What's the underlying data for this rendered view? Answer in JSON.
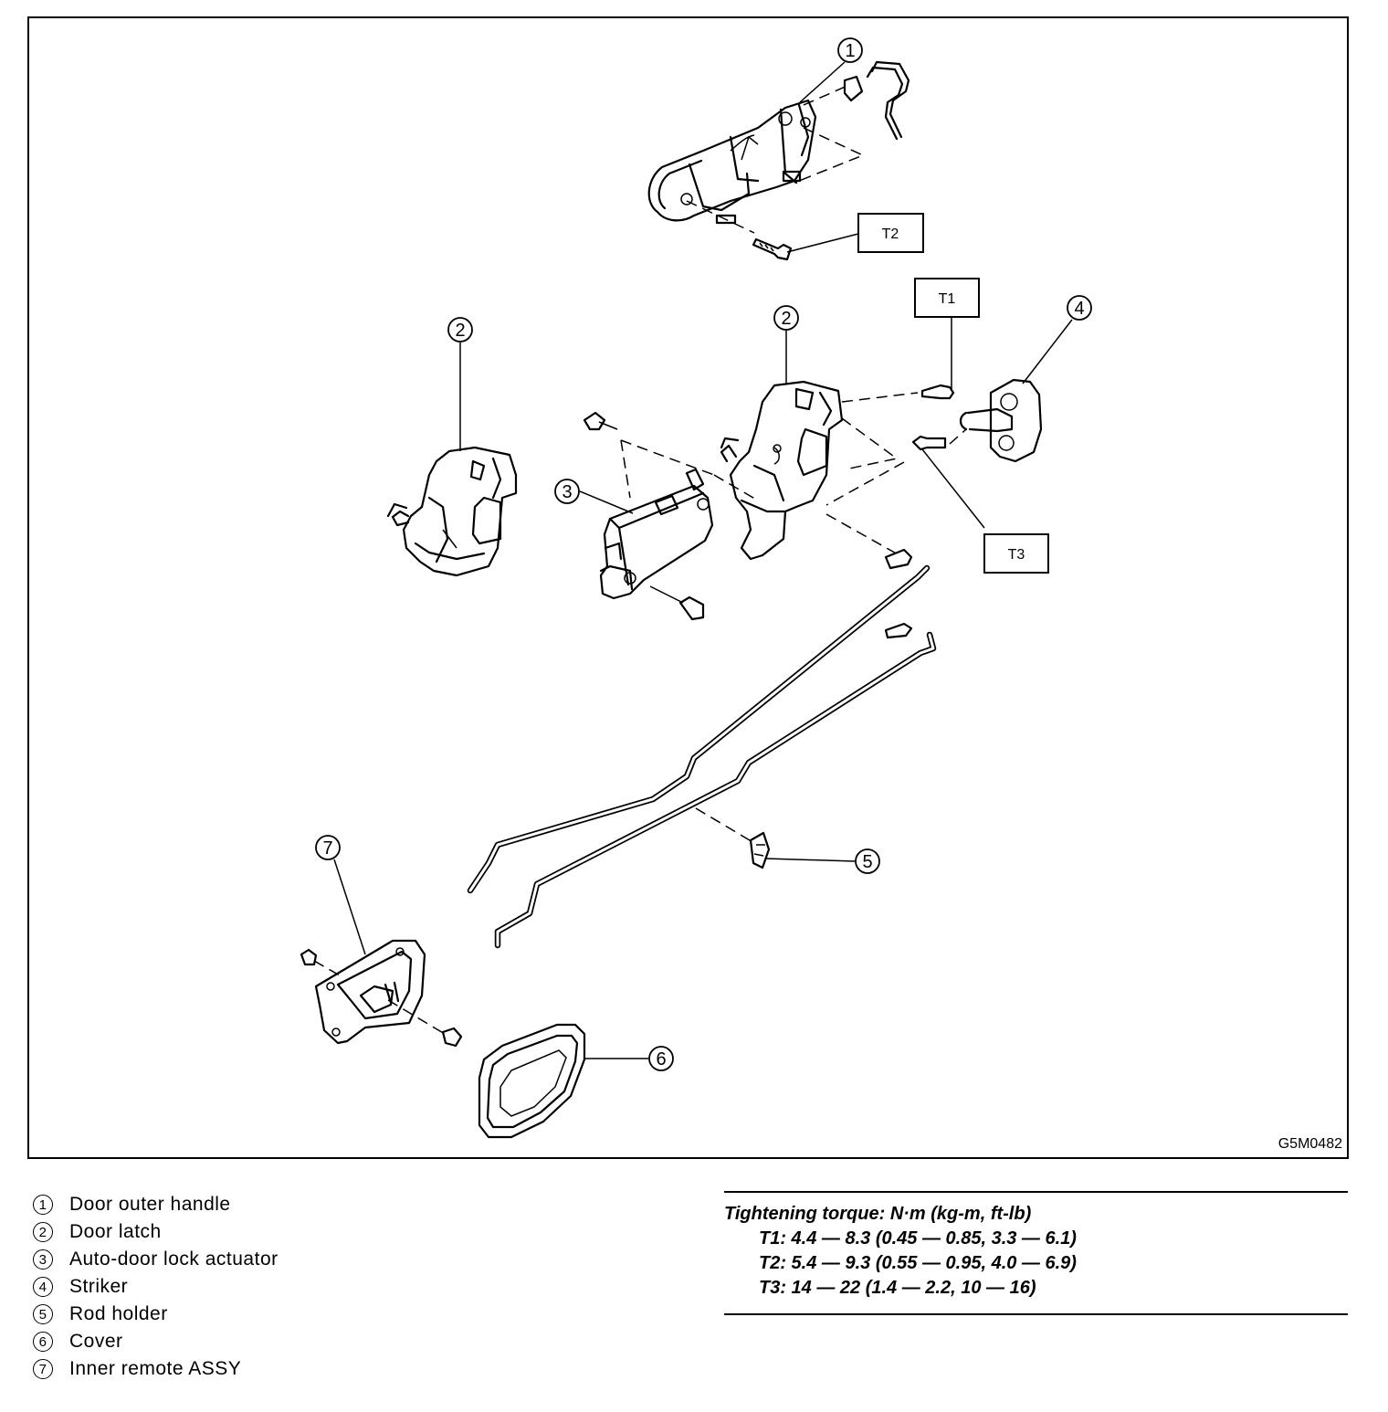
{
  "diagram": {
    "figure_code": "G5M0482",
    "callouts": {
      "c1": "1",
      "c2a": "2",
      "c2b": "2",
      "c3": "3",
      "c4": "4",
      "c5": "5",
      "c6": "6",
      "c7": "7"
    },
    "torque_boxes": {
      "t1": "T1",
      "t2": "T2",
      "t3": "T3"
    }
  },
  "legend": [
    {
      "num": "1",
      "label": "Door outer handle"
    },
    {
      "num": "2",
      "label": "Door latch"
    },
    {
      "num": "3",
      "label": "Auto-door lock actuator"
    },
    {
      "num": "4",
      "label": "Striker"
    },
    {
      "num": "5",
      "label": "Rod holder"
    },
    {
      "num": "6",
      "label": "Cover"
    },
    {
      "num": "7",
      "label": "Inner remote ASSY"
    }
  ],
  "torque": {
    "title": "Tightening torque: N·m (kg-m, ft-lb)",
    "rows": [
      "T1: 4.4 — 8.3 (0.45 — 0.85, 3.3 — 6.1)",
      "T2: 5.4 — 9.3 (0.55 — 0.95, 4.0 — 6.9)",
      "T3: 14 — 22 (1.4 — 2.2, 10 — 16)"
    ]
  }
}
